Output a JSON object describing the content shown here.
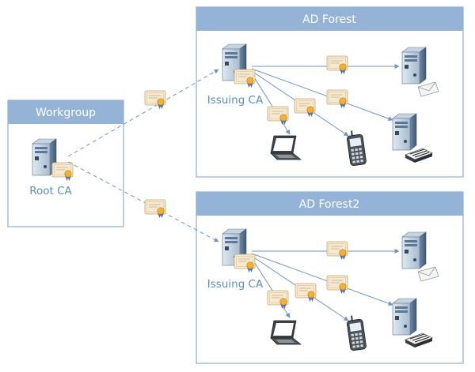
{
  "workgroup": {
    "title": "Workgroup",
    "root_label": "Root CA"
  },
  "forest1": {
    "title": "AD Forest",
    "issuing_label": "Issuing CA"
  },
  "forest2": {
    "title": "AD Forest2",
    "issuing_label": "Issuing CA"
  },
  "colors": {
    "header": "#95b3d7",
    "box_border": "#95b3d7",
    "connector": "#6f94c4",
    "label_text": "#5b8fbf",
    "server_body": "#5b7996",
    "certificate": "#f3e6c7",
    "seal": "#e8a21c"
  },
  "icons": [
    "server-icon",
    "certificate-icon",
    "laptop-icon",
    "phone-icon",
    "mail-icon",
    "printer-icon"
  ]
}
